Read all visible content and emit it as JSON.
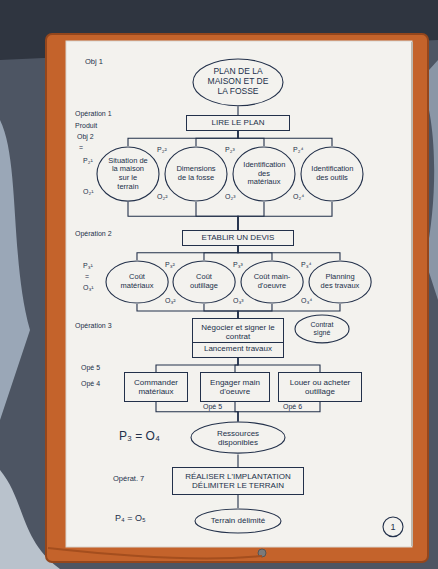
{
  "diagram": {
    "nodes": [
      {
        "text": [
          "PLAN DE LA MAISON ET DE LA FOSSE"
        ]
      },
      {
        "text": [
          "LIRE LE PLAN"
        ]
      },
      {
        "text": [
          "Situation de la maison sur le terrain"
        ]
      },
      {
        "text": [
          "Dimensions de la fosse"
        ]
      },
      {
        "text": [
          "Identification des matériaux"
        ]
      },
      {
        "text": [
          "Identification des outils"
        ]
      },
      {
        "text": [
          "ETABLIR UN DEVIS"
        ]
      },
      {
        "text": [
          "Coût matériaux"
        ]
      },
      {
        "text": [
          "Coût outillage"
        ]
      },
      {
        "text": [
          "Coût main-d'oeuvre"
        ]
      },
      {
        "text": [
          "Planning des travaux"
        ]
      },
      {
        "text": [
          "Négocier et signer le contrat",
          "Lancement travaux"
        ]
      },
      {
        "text": [
          "Contrat signé"
        ]
      },
      {
        "text": [
          "Commander matériaux"
        ]
      },
      {
        "text": [
          "Engager main d'oeuvre"
        ]
      },
      {
        "text": [
          "Louer ou acheter outillage"
        ]
      },
      {
        "text": [
          "Ressources disponibles"
        ]
      },
      {
        "text": [
          "RÉALISER L'IMPLANTATION DÉLIMITER LE TERRAIN"
        ]
      },
      {
        "text": [
          "Terrain délimité"
        ]
      },
      {
        "text": [
          "1"
        ]
      }
    ],
    "edges": [
      {
        "from": 0,
        "to": 1,
        "arrow": "none"
      },
      {
        "from": 1,
        "to": 2,
        "arrow": "none"
      },
      {
        "from": 1,
        "to": 3,
        "arrow": "none"
      },
      {
        "from": 1,
        "to": 4,
        "arrow": "none"
      },
      {
        "from": 1,
        "to": 5,
        "arrow": "none"
      },
      {
        "from": 2,
        "to": 6,
        "arrow": "none"
      },
      {
        "from": 3,
        "to": 6,
        "arrow": "none"
      },
      {
        "from": 4,
        "to": 6,
        "arrow": "none"
      },
      {
        "from": 5,
        "to": 6,
        "arrow": "none"
      },
      {
        "from": 6,
        "to": 7,
        "arrow": "none"
      },
      {
        "from": 6,
        "to": 8,
        "arrow": "none"
      },
      {
        "from": 6,
        "to": 9,
        "arrow": "none"
      },
      {
        "from": 6,
        "to": 10,
        "arrow": "none"
      },
      {
        "from": 7,
        "to": 11,
        "arrow": "none"
      },
      {
        "from": 8,
        "to": 11,
        "arrow": "none"
      },
      {
        "from": 9,
        "to": 11,
        "arrow": "none"
      },
      {
        "from": 10,
        "to": 11,
        "arrow": "none"
      },
      {
        "from": 11,
        "to": 13,
        "arrow": "none"
      },
      {
        "from": 11,
        "to": 14,
        "arrow": "none"
      },
      {
        "from": 11,
        "to": 15,
        "arrow": "none"
      },
      {
        "from": 13,
        "to": 16,
        "arrow": "none"
      },
      {
        "from": 14,
        "to": 16,
        "arrow": "none"
      },
      {
        "from": 15,
        "to": 16,
        "arrow": "none"
      },
      {
        "from": 16,
        "to": 17,
        "arrow": "none"
      },
      {
        "from": 17,
        "to": 18,
        "arrow": "none"
      }
    ],
    "labels": [
      "Obj 1",
      "Opération 1",
      "Produit",
      "Obj 2",
      "=",
      "P₂¹",
      "P₂²",
      "P₂³",
      "P₂⁴",
      "O₂¹",
      "O₂²",
      "O₂³",
      "O₂⁴",
      "Opération 2",
      "P₃¹",
      "=",
      "O₃¹",
      "P₃²",
      "P₃³",
      "P₃⁴",
      "O₃²",
      "O₃³",
      "O₃⁴",
      "Opération 3",
      "Opé 5",
      "Opé 4",
      "Opé 5",
      "Opé 6",
      "P₃ = O₄",
      "Opérat. 7",
      "P₄ = O₅"
    ]
  }
}
